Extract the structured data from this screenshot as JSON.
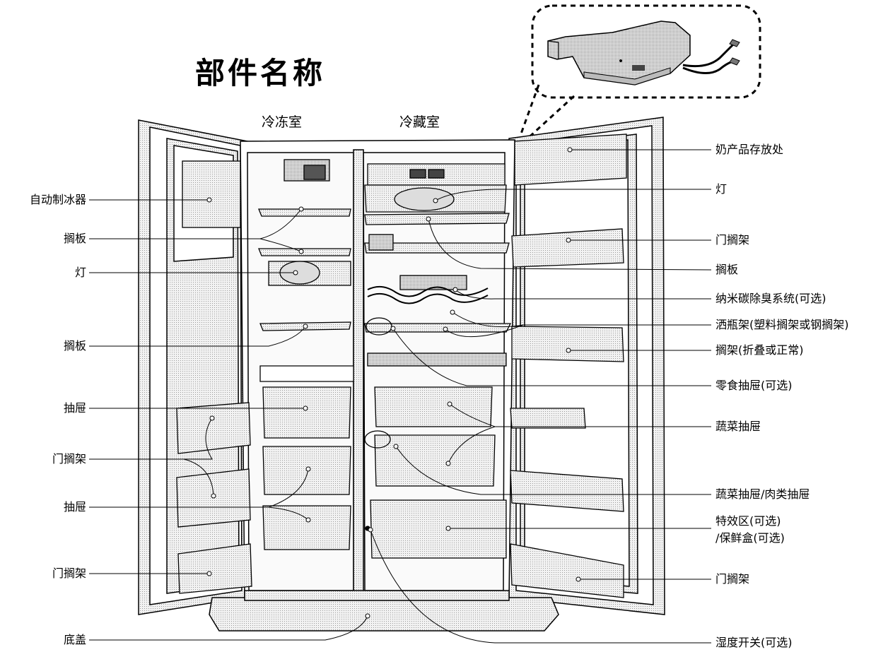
{
  "title": "部件名称",
  "sections": {
    "freezer": "冷冻室",
    "fridge": "冷藏室"
  },
  "left_labels": [
    "自动制冰器",
    "搁板",
    "灯",
    "搁板",
    "抽屉",
    "门搁架",
    "抽屉",
    "门搁架",
    "底盖"
  ],
  "right_labels": [
    "奶产品存放处",
    "灯",
    "门搁架",
    "搁板",
    "纳米碳除臭系统(可选)",
    "洒瓶架(塑料搁架或钢搁架)",
    "搁架(折叠或正常)",
    "零食抽屉(可选)",
    "蔬菜抽屉",
    "蔬菜抽屉/肉类抽屉",
    "特效区(可选)",
    "/保鲜盒(可选)",
    "门搁架",
    "湿度开关(可选)"
  ],
  "colors": {
    "line": "#000000",
    "fill_light": "#e6e6e6",
    "fill_mid": "#cfcfcf",
    "fill_dark": "#b5b5b5"
  }
}
